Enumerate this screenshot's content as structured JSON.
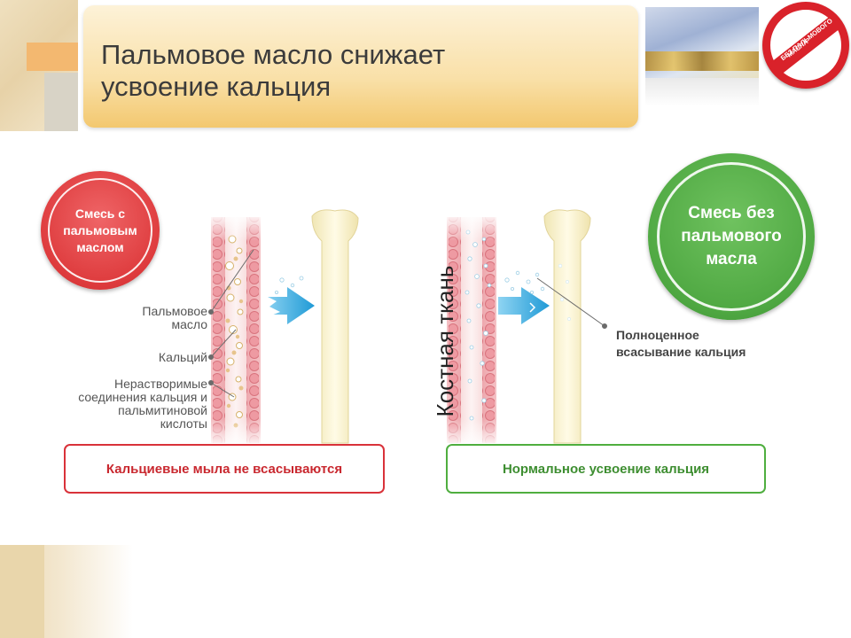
{
  "slide": {
    "title_lines": [
      "Пальмовое масло снижает",
      "усвоение кальция"
    ]
  },
  "badge": {
    "line1": "БЕЗ ПАЛЬМОВОГО",
    "line2": "МАСЛА"
  },
  "left_panel": {
    "circle_lines": [
      "Смесь с",
      "пальмовым",
      "маслом"
    ],
    "labels": {
      "palm_oil": "Пальмовое масло",
      "calcium": "Кальций",
      "insoluble": "Нерастворимые соединения кальция и пальмитиновой кислоты"
    },
    "result": "Кальциевые мыла не всасываются"
  },
  "center": {
    "vertical_label": "Костная ткань"
  },
  "right_panel": {
    "circle_lines": [
      "Смесь без",
      "пальмового",
      "масла"
    ],
    "label": "Полноценное всасывание кальция",
    "result": "Нормальное усвоение кальция"
  },
  "colors": {
    "red": "#de3b3d",
    "green": "#4fa842",
    "arrow_blue": "#1f9ad6",
    "bone": "#f7f0c8",
    "tissue_pink": "#f0a7ad"
  }
}
